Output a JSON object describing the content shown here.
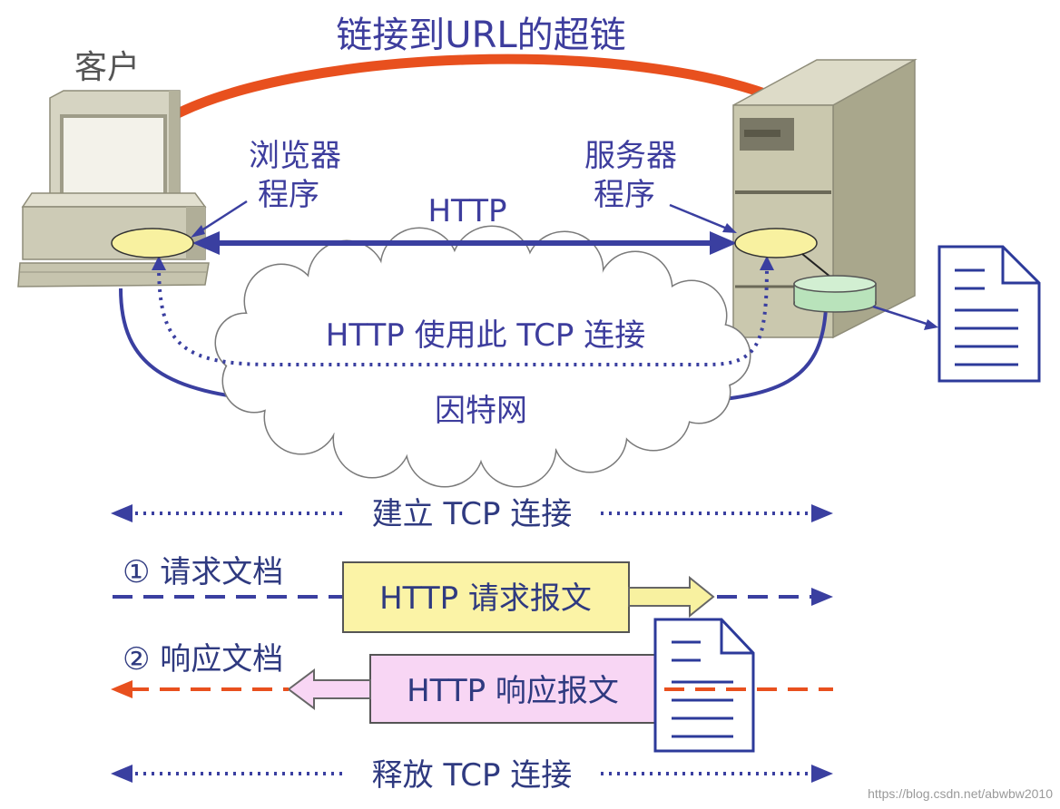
{
  "title_link": "链接到URL的超链",
  "client_label": "客户",
  "browser_label": [
    "浏览器",
    "程序"
  ],
  "server_label": [
    "服务器",
    "程序"
  ],
  "http_label": "HTTP",
  "tcp_label": "HTTP 使用此 TCP 连接",
  "internet_label": "因特网",
  "steps": {
    "establish": "建立 TCP 连接",
    "request_step": "① 请求文档",
    "request_message": "HTTP 请求报文",
    "response_step": "② 响应文档",
    "response_message": "HTTP 响应报文",
    "release": "释放 TCP 连接"
  },
  "watermark": "https://blog.csdn.net/abwbw2010",
  "colors": {
    "label": "#3d3d9d",
    "client": "#555555",
    "step": "#2f3a80",
    "hyperlink_arrow": "#e8501e",
    "connection_blue": "#3a3fa0",
    "request_box": "#fbf3a6",
    "response_box": "#f8d6f4",
    "program_ellipse": "#f8f1a0",
    "disk": "#b9e3bb"
  }
}
